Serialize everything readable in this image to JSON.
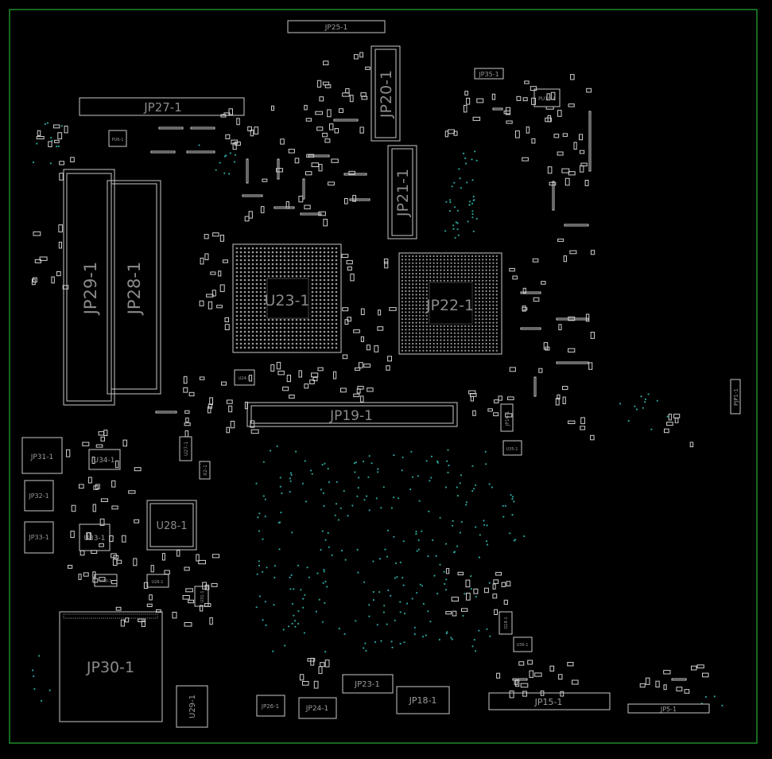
{
  "colors": {
    "background": "#000000",
    "board_outline": "#1f8a2a",
    "silkscreen": "#c8c8c8",
    "label": "#8a8a8a",
    "via": "#2aa39a"
  },
  "components": {
    "JP25": "JP25-1",
    "JP27": "JP27-1",
    "JP20": "JP20-1",
    "JP21": "JP21-1",
    "JP35": "JP35-1",
    "PU10": "PU10-1",
    "PU6": "PU6-1",
    "JP29": "JP29-1",
    "JP28": "JP28-1",
    "U23": "U23-1",
    "JP22": "JP22-1",
    "JP19": "JP19-1",
    "JP16": "JP16-1",
    "JP31": "JP31-1",
    "JP32": "JP32-1",
    "JP33": "JP33-1",
    "U34": "U34-1",
    "U33": "U33-1",
    "U28": "U28-1",
    "U27": "U27-1",
    "X2": "X2-1",
    "JP30": "JP30-1",
    "U29": "U29-1",
    "JP26": "JP26-1",
    "JP24": "JP24-1",
    "JP23": "JP23-1",
    "JP18": "JP18-1",
    "JP15": "JP15-1",
    "JP5": "JP5-1",
    "PJP1": "PJP1-1",
    "U35": "U35-1",
    "U36": "U36-1",
    "Q18": "Q18-1",
    "U30": "U30-1",
    "U26": "U26-1",
    "U24": "U24-1",
    "U31": "U31-1"
  }
}
